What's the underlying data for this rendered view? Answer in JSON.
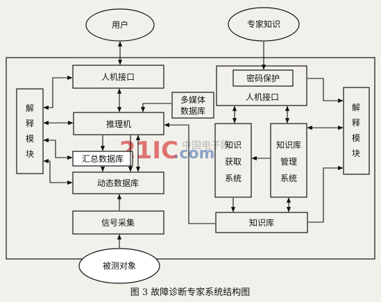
{
  "nodes": {
    "user": "用户",
    "expert_knowledge": "专家知识",
    "hci_left": "人机接口",
    "password": "密码保护",
    "hci_right": "人机接口",
    "multimedia_1": "多媒体",
    "multimedia_2": "数据库",
    "inference": "推理机",
    "explain_left": [
      "解",
      "释",
      "模",
      "块"
    ],
    "explain_right": [
      "解",
      "释",
      "模",
      "块"
    ],
    "summary_db": "汇总数据库",
    "dynamic_db": "动态数据库",
    "acquisition": [
      "知识",
      "获取",
      "系统"
    ],
    "management": [
      "知识库",
      "管理",
      "系统"
    ],
    "signal": "信号采集",
    "knowledge_base": "知识库",
    "object": "被测对象"
  },
  "watermark": {
    "a": "21IC",
    "b": ".com",
    "c": "中国电子网"
  },
  "caption": "图 3 故障诊断专家系统结构图"
}
